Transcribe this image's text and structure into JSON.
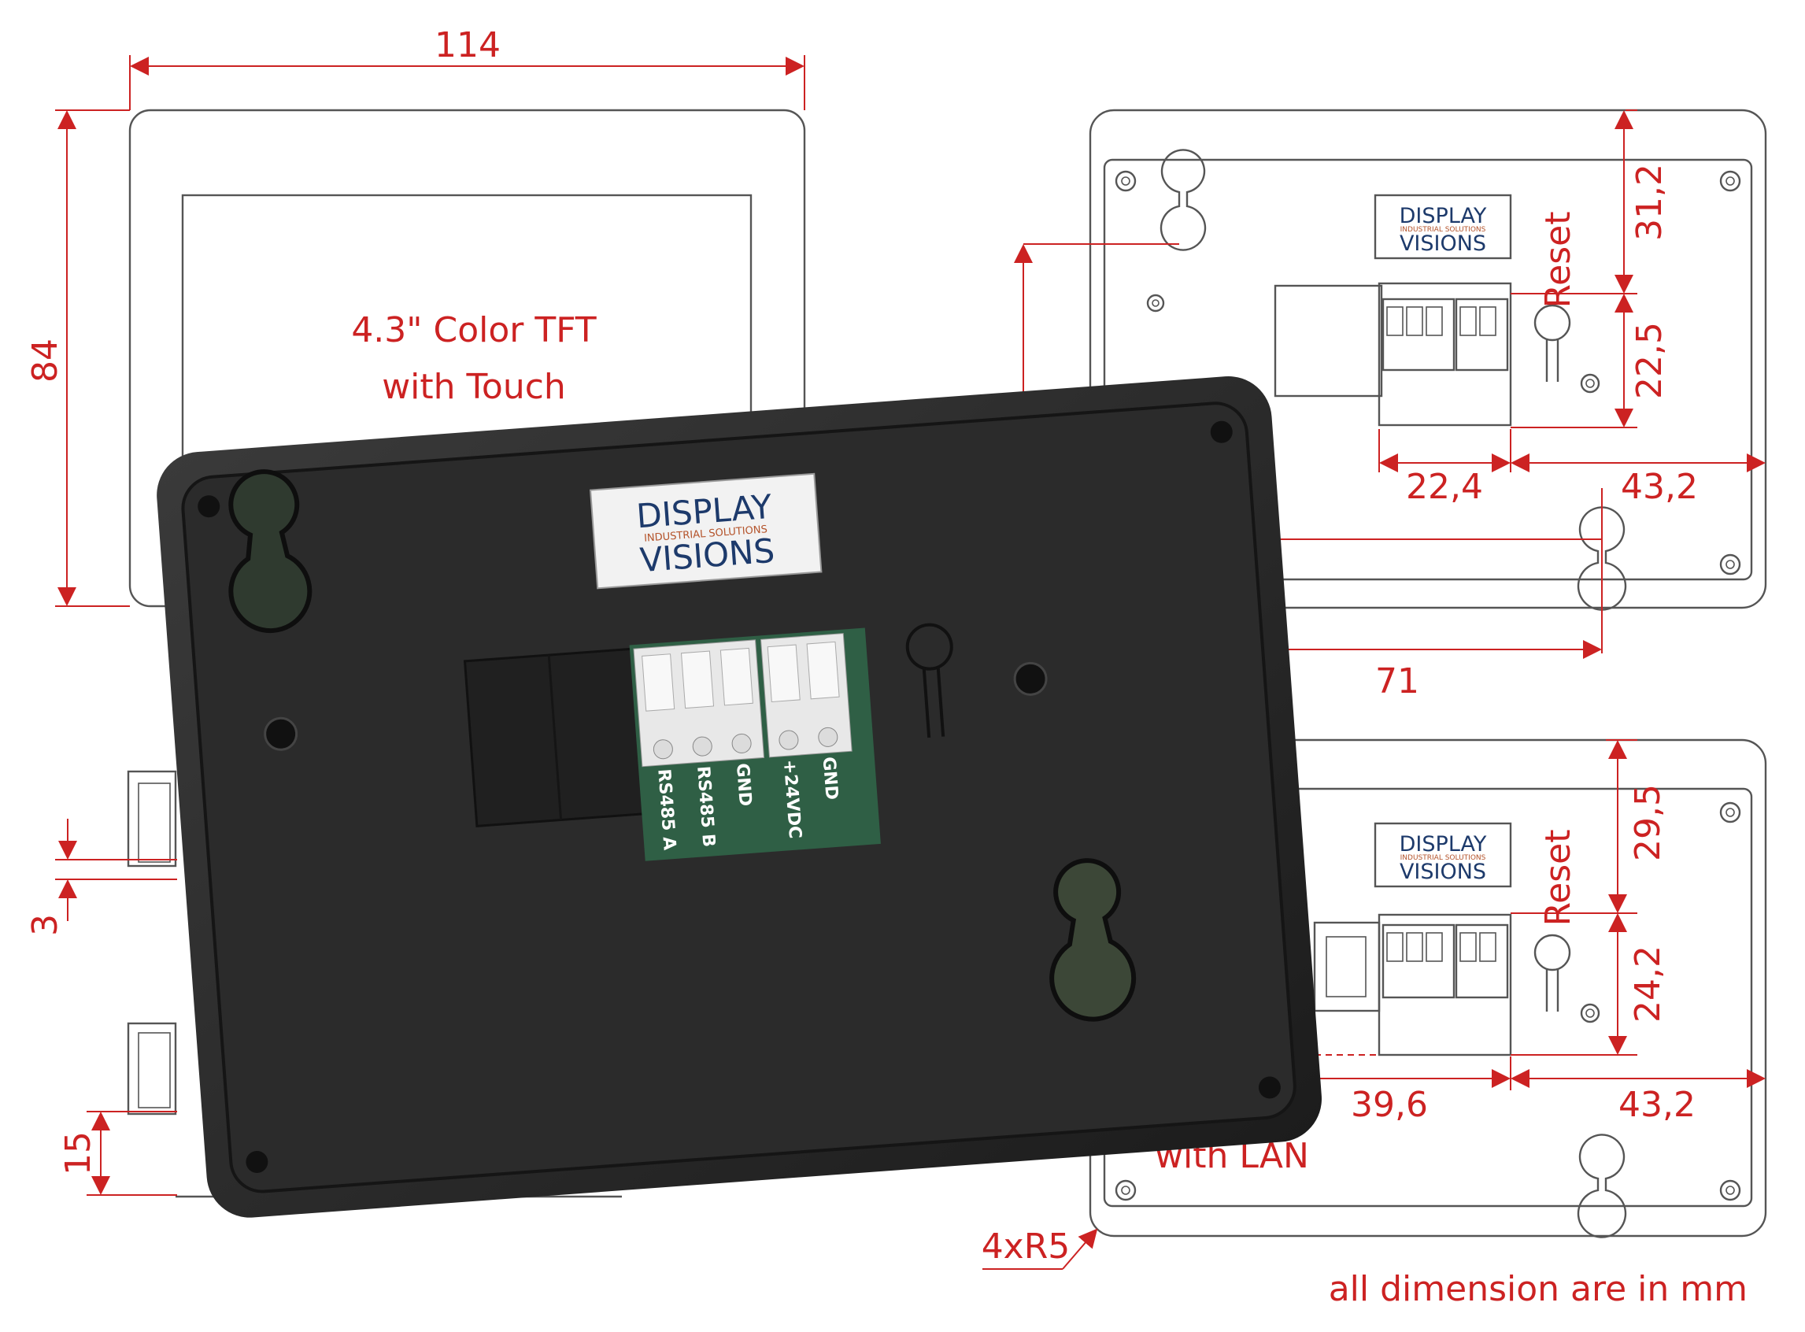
{
  "dimensions": {
    "width_top": "114",
    "height_left": "84",
    "top_right_a": "31,2",
    "top_right_b": "22,5",
    "top_bottom_a": "22,4",
    "top_bottom_b": "43,2",
    "top_71": "71",
    "bot_right_a": "29,5",
    "bot_right_b": "24,2",
    "bot_bottom_a": "39,6",
    "bot_bottom_b": "43,2",
    "side_3": "3",
    "side_15": "15",
    "radius": "4xR5"
  },
  "labels": {
    "screen_line1": "4.3\" Color TFT",
    "screen_line2": "with Touch",
    "reset_top": "Reset",
    "reset_bottom": "Reset",
    "with_lan": "with LAN",
    "units_note": "all dimension are in mm"
  },
  "logo": {
    "line1": "DISPLAY",
    "line2": "INDUSTRIAL SOLUTIONS",
    "line3": "VISIONS"
  },
  "terminals": {
    "pins": [
      "RS485 A",
      "RS485 B",
      "GND",
      "+24VDC",
      "GND"
    ]
  },
  "colors": {
    "dimension": "#cc2222",
    "housing": "#262626",
    "pcb": "#2f5f45",
    "logo_blue": "#1d3a6b",
    "logo_orange": "#b4532a"
  }
}
